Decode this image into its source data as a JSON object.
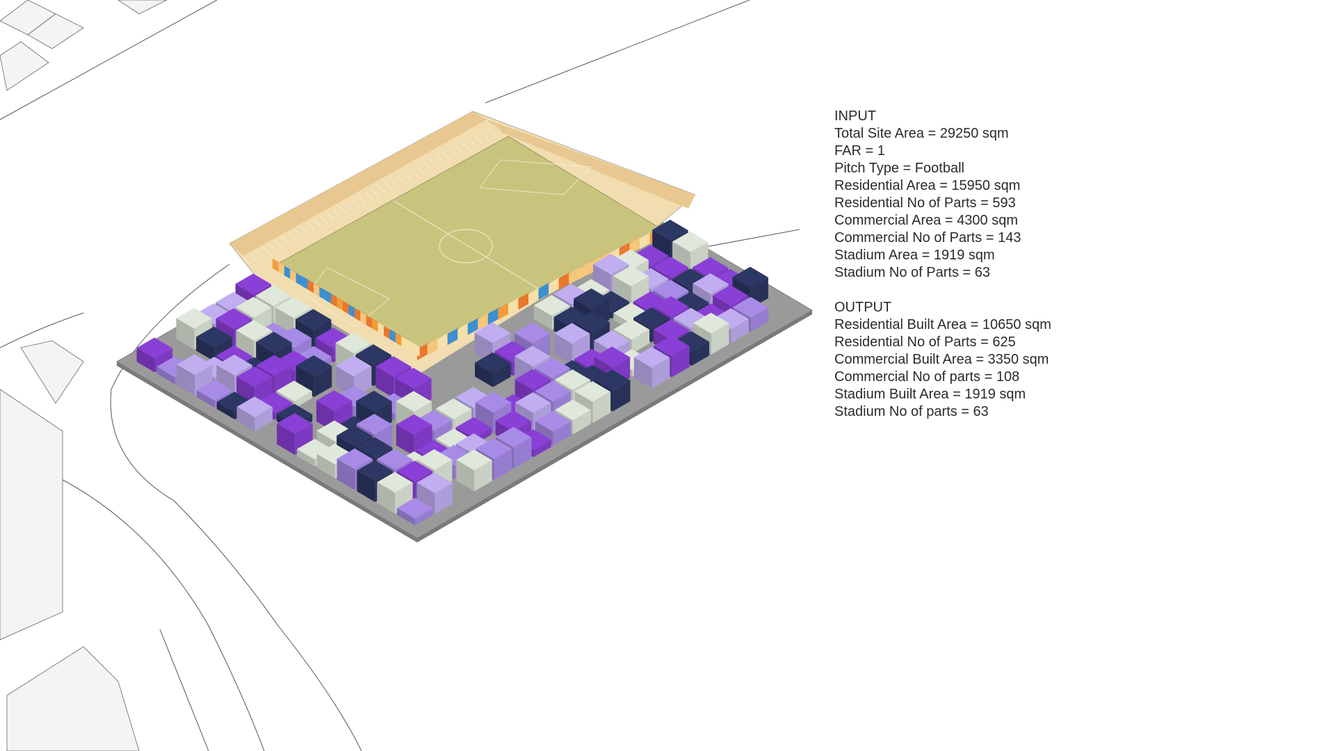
{
  "input": {
    "heading": "INPUT",
    "lines": [
      "Total Site Area = 29250 sqm",
      "FAR = 1",
      "Pitch Type = Football",
      "Residential Area = 15950 sqm",
      "Residential No of Parts = 593",
      "Commercial Area = 4300 sqm",
      "Commercial No of Parts = 143",
      "Stadium Area = 1919 sqm",
      "Stadium No of Parts = 63"
    ]
  },
  "output": {
    "heading": "OUTPUT",
    "lines": [
      "Residential Built Area = 10650 sqm",
      "Residential No of Parts = 625",
      "Commercial Built Area = 3350 sqm",
      "Commercial No of parts = 108",
      "Stadium Built Area = 1919 sqm",
      "Stadium No of parts = 63"
    ]
  },
  "colors": {
    "residential": [
      "#8a3fd6",
      "#a78be6",
      "#c0aef0",
      "#2c3763",
      "#dfe8da"
    ],
    "commercial": [
      "#f39a3a",
      "#f6c67a",
      "#f7dfa8",
      "#3c8fd0",
      "#e9772e"
    ],
    "pitch": "#c9c47d",
    "plate": "#9a9a9a"
  }
}
